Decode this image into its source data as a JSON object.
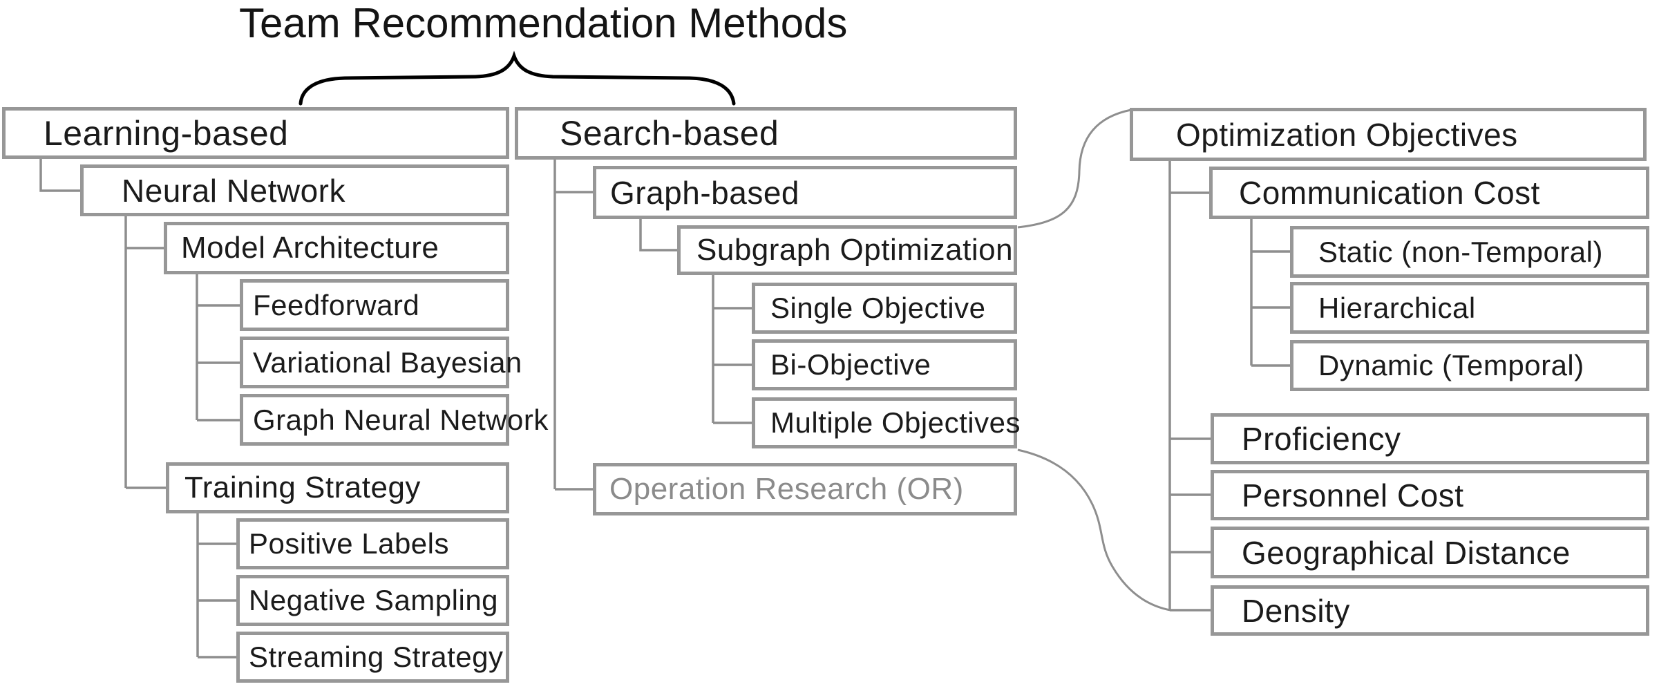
{
  "title": "Team Recommendation Methods",
  "nodes": {
    "learning_based": "Learning-based",
    "neural_network": "Neural Network",
    "model_architecture": "Model Architecture",
    "feedforward": "Feedforward",
    "variational_bayesian": "Variational Bayesian",
    "graph_neural_network": "Graph Neural Network",
    "training_strategy": "Training Strategy",
    "positive_labels": "Positive Labels",
    "negative_sampling": "Negative Sampling",
    "streaming_strategy": "Streaming Strategy",
    "search_based": "Search-based",
    "graph_based": "Graph-based",
    "subgraph_optimization": "Subgraph Optimization",
    "single_objective": "Single Objective",
    "bi_objective": "Bi-Objective",
    "multiple_objectives": "Multiple Objectives",
    "operation_research": "Operation Research (OR)",
    "optimization_objectives": "Optimization Objectives",
    "communication_cost": "Communication Cost",
    "static_non_temporal": "Static (non-Temporal)",
    "hierarchical": "Hierarchical",
    "dynamic_temporal": "Dynamic (Temporal)",
    "proficiency": "Proficiency",
    "personnel_cost": "Personnel Cost",
    "geographical_distance": "Geographical Distance",
    "density": "Density"
  },
  "hierarchy": {
    "title_brace_covers": [
      "learning_based",
      "search_based"
    ],
    "learning_based": [
      "neural_network"
    ],
    "neural_network": [
      "model_architecture",
      "training_strategy"
    ],
    "model_architecture": [
      "feedforward",
      "variational_bayesian",
      "graph_neural_network"
    ],
    "training_strategy": [
      "positive_labels",
      "negative_sampling",
      "streaming_strategy"
    ],
    "search_based": [
      "graph_based",
      "operation_research"
    ],
    "graph_based": [
      "subgraph_optimization"
    ],
    "subgraph_optimization": [
      "single_objective",
      "bi_objective",
      "multiple_objectives"
    ],
    "optimization_objectives": [
      "communication_cost",
      "proficiency",
      "personnel_cost",
      "geographical_distance",
      "density"
    ],
    "communication_cost": [
      "static_non_temporal",
      "hierarchical",
      "dynamic_temporal"
    ],
    "cross_links": [
      {
        "from": "subgraph_optimization",
        "to": "optimization_objectives"
      },
      {
        "from": "multiple_objectives",
        "to": "density"
      }
    ]
  },
  "colors": {
    "background": "#ffffff",
    "box_border": "#979797",
    "connector": "#8e8e8e",
    "text": "#1b1b1b",
    "muted_text": "#8b8b8b",
    "brace": "#000000",
    "title_text": "#141414"
  }
}
